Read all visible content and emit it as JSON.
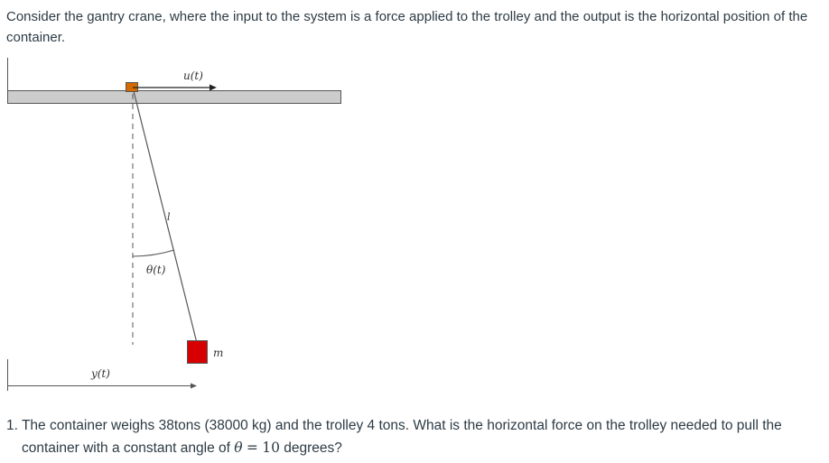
{
  "intro": {
    "text": "Consider the gantry crane, where the input to the system is a force applied to the trolley and the output is the horizontal position of the container."
  },
  "diagram": {
    "labels": {
      "force": "u(t)",
      "length": "l",
      "angle": "θ(t)",
      "mass": "m",
      "position": "y(t)"
    },
    "colors": {
      "beam_fill": "#cccccc",
      "trolley": "#d46a00",
      "container": "#d60000",
      "lines": "#555555"
    }
  },
  "question": {
    "number": "1.",
    "text_before": "The container weighs 38tons (38000 kg) and the trolley 4 tons. What is the horizontal force on the trolley needed to pull the",
    "text_line2_before": "container with a constant angle of",
    "math_symbol": "θ",
    "math_equals": "=",
    "math_value": "10",
    "text_after": "degrees?"
  }
}
